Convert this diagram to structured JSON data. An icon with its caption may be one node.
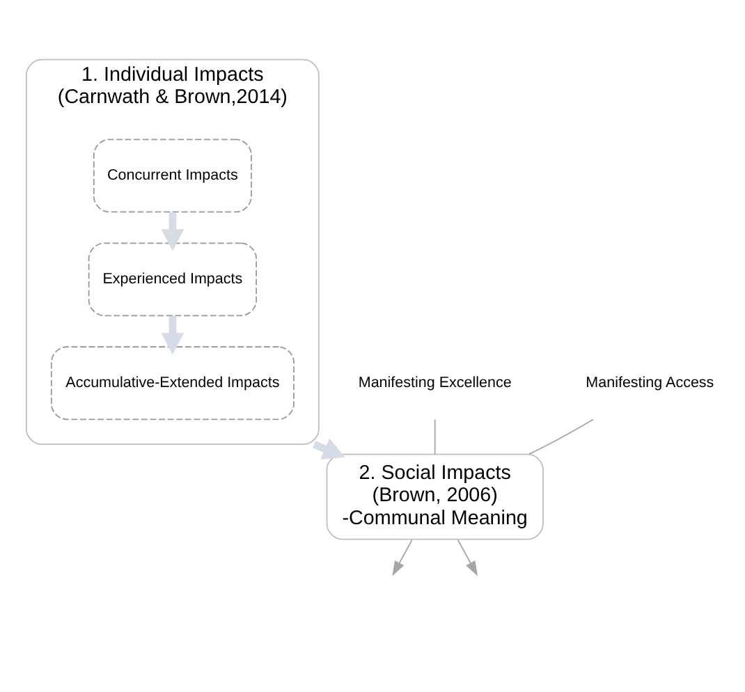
{
  "diagram": {
    "nodes": [
      {
        "text": [
          "1. Individual Impacts",
          "(Carnwath & Brown,2014)"
        ]
      },
      {
        "text": [
          "Concurrent Impacts"
        ],
        "in": 0
      },
      {
        "text": [
          "Experienced Impacts"
        ],
        "in": 0
      },
      {
        "text": [
          "Accumulative-Extended Impacts"
        ],
        "in": 0
      },
      {
        "text": [
          "2. Social Impacts",
          "(Brown, 2006)",
          "-Communal Meaning"
        ]
      },
      {
        "text": [
          "Manifesting Excellence"
        ]
      },
      {
        "text": [
          "Manifesting Access"
        ]
      }
    ],
    "edges": [
      {
        "from": 1,
        "to": 2,
        "arrow": "to",
        "style": "thick",
        "color": "#d6dce5"
      },
      {
        "from": 2,
        "to": 3,
        "arrow": "to",
        "style": "thick",
        "color": "#d6dce5"
      },
      {
        "from": 0,
        "to": 4,
        "arrow": "to",
        "style": "thick",
        "color": "#d6dce5"
      },
      {
        "from": 5,
        "to": 4,
        "arrow": "none"
      },
      {
        "from": 6,
        "to": 4,
        "arrow": "none"
      },
      {
        "from": 4,
        "to": null,
        "arrow": "to"
      },
      {
        "from": 4,
        "to": null,
        "arrow": "to"
      }
    ]
  }
}
